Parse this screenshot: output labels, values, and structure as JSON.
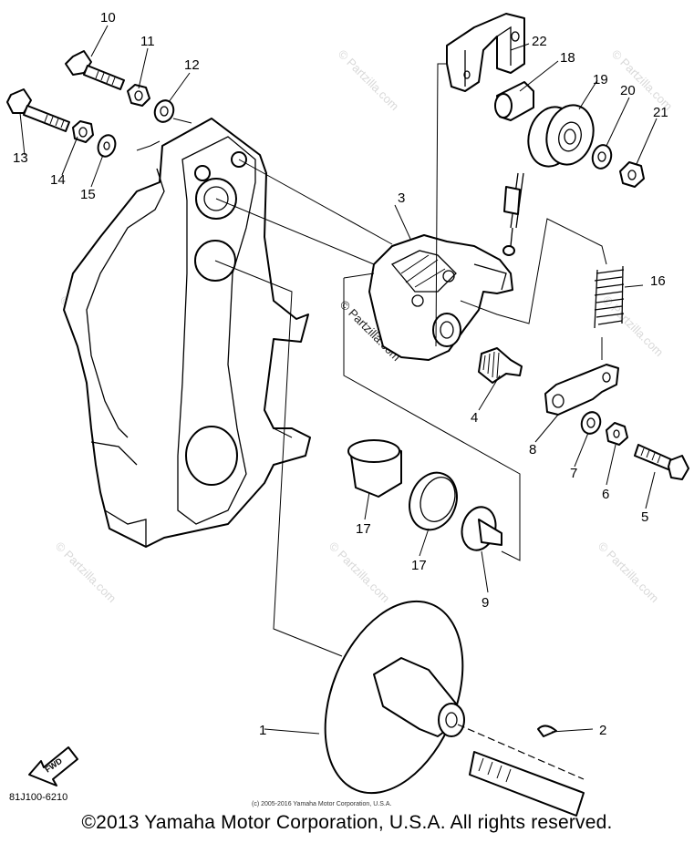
{
  "diagram": {
    "part_numbers": [
      "1",
      "2",
      "3",
      "4",
      "5",
      "6",
      "7",
      "8",
      "9",
      "10",
      "11",
      "12",
      "13",
      "14",
      "15",
      "16",
      "17",
      "17",
      "18",
      "19",
      "20",
      "21",
      "22"
    ],
    "part_code": "81J100-6210",
    "direction_label": "FWD",
    "copyright_small": "(c) 2005-2016 Yamaha Motor Corporation, U.S.A.",
    "watermark_text": "Partzilla.com",
    "watermark_symbol": "©",
    "footer_text": "©2013 Yamaha Motor Corporation, U.S.A. All rights reserved."
  }
}
